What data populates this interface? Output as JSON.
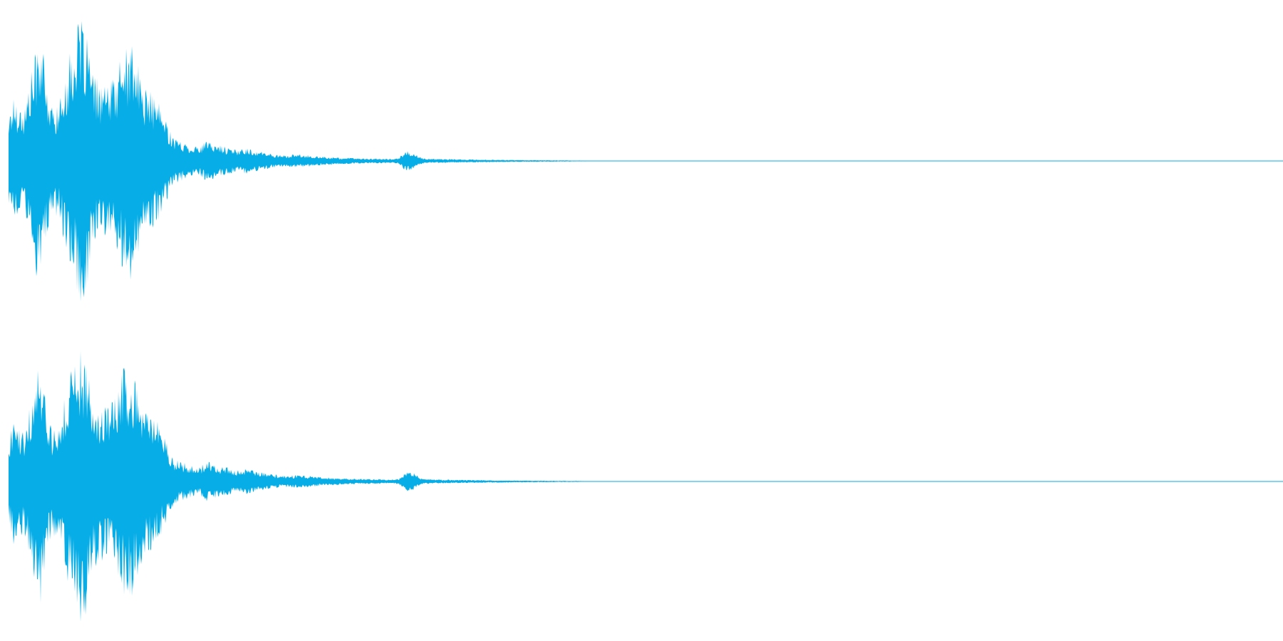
{
  "waveform": {
    "color": "#07ade6",
    "background": "#ffffff",
    "channels": [
      {
        "id": "left"
      },
      {
        "id": "right"
      }
    ],
    "envelope": [
      [
        0.0,
        0.32
      ],
      [
        0.004,
        0.45
      ],
      [
        0.012,
        0.35
      ],
      [
        0.018,
        0.62
      ],
      [
        0.022,
        0.8
      ],
      [
        0.026,
        0.9
      ],
      [
        0.029,
        0.55
      ],
      [
        0.034,
        0.38
      ],
      [
        0.04,
        0.4
      ],
      [
        0.046,
        0.68
      ],
      [
        0.052,
        0.85
      ],
      [
        0.056,
        0.98
      ],
      [
        0.061,
        0.92
      ],
      [
        0.066,
        0.6
      ],
      [
        0.072,
        0.55
      ],
      [
        0.078,
        0.52
      ],
      [
        0.084,
        0.6
      ],
      [
        0.09,
        0.78
      ],
      [
        0.096,
        0.82
      ],
      [
        0.1,
        0.72
      ],
      [
        0.106,
        0.52
      ],
      [
        0.112,
        0.48
      ],
      [
        0.118,
        0.4
      ],
      [
        0.124,
        0.28
      ],
      [
        0.13,
        0.16
      ],
      [
        0.14,
        0.12
      ],
      [
        0.15,
        0.1
      ],
      [
        0.155,
        0.14
      ],
      [
        0.162,
        0.12
      ],
      [
        0.17,
        0.1
      ],
      [
        0.178,
        0.08
      ],
      [
        0.186,
        0.09
      ],
      [
        0.196,
        0.07
      ],
      [
        0.206,
        0.05
      ],
      [
        0.216,
        0.04
      ],
      [
        0.226,
        0.045
      ],
      [
        0.236,
        0.04
      ],
      [
        0.246,
        0.03
      ],
      [
        0.256,
        0.025
      ],
      [
        0.266,
        0.022
      ],
      [
        0.276,
        0.018
      ],
      [
        0.29,
        0.016
      ],
      [
        0.3,
        0.014
      ],
      [
        0.306,
        0.018
      ],
      [
        0.31,
        0.06
      ],
      [
        0.314,
        0.07
      ],
      [
        0.318,
        0.06
      ],
      [
        0.322,
        0.03
      ],
      [
        0.326,
        0.018
      ],
      [
        0.336,
        0.014
      ],
      [
        0.35,
        0.012
      ],
      [
        0.366,
        0.01
      ],
      [
        0.38,
        0.008
      ],
      [
        0.396,
        0.007
      ],
      [
        0.41,
        0.006
      ],
      [
        0.426,
        0.005
      ],
      [
        0.44,
        0.004
      ],
      [
        0.452,
        0.003
      ],
      [
        0.46,
        0.002
      ],
      [
        0.466,
        0.0
      ],
      [
        1.0,
        0.0
      ]
    ]
  }
}
